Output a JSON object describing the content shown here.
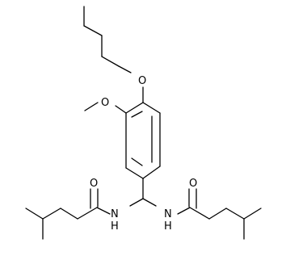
{
  "atom_labels": {
    "ether_oxygen_upper": "O",
    "ether_oxygen_methoxy": "O",
    "carbonyl_oxygen_left": "O",
    "carbonyl_oxygen_right": "O",
    "amide_nitrogen_left": "N",
    "amide_nitrogen_left_h": "H",
    "amide_nitrogen_right": "N",
    "amide_nitrogen_right_h": "H"
  },
  "colors": {
    "bond": "#000000",
    "label": "#000000",
    "background": "#ffffff"
  }
}
